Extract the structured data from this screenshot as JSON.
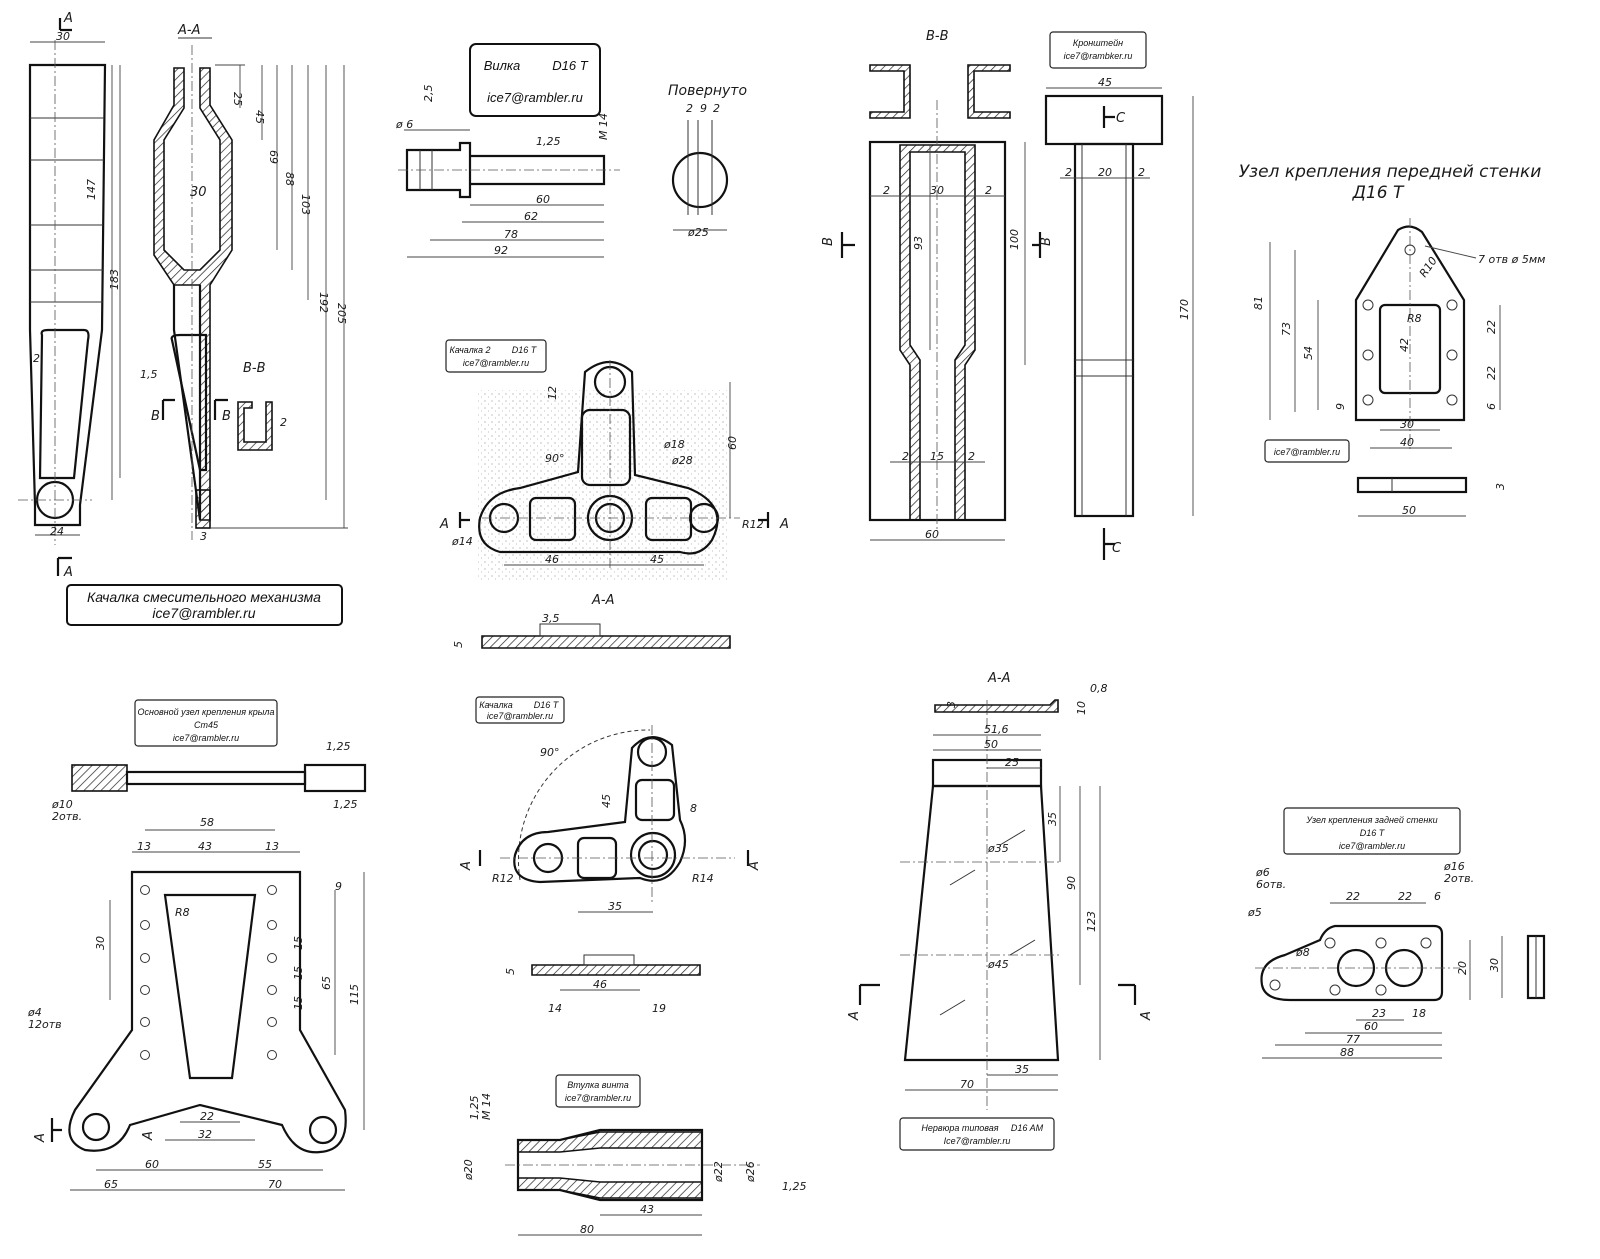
{
  "labels": {
    "mixer_title": "Качалка смесительного механизма",
    "mixer_email": "ice7@rambler.ru",
    "fork_title": "Вилка",
    "fork_material": "D16 T",
    "fork_email": "ice7@rambler.ru",
    "rotated": "Повернуто",
    "rocker2_title": "Качалка 2",
    "rocker2_material": "D16 T",
    "rocker2_email": "ice7@rambler.ru",
    "bracket_title": "Кронштейн",
    "bracket_email": "ice7@rambker.ru",
    "front_wall_title": "Узел крепления передней стенки",
    "front_wall_material": "Д16 Т",
    "front_wall_email": "ice7@rambler.ru",
    "holes_note": "7 отв ø 5мм",
    "wing_title": "Основной узел крепления крыла",
    "wing_material": "Ст45",
    "wing_email": "ice7@rambler.ru",
    "rocker_title": "Качалка",
    "rocker_material": "D16 T",
    "rocker_email": "ice7@rambler.ru",
    "bushing_title": "Втулка винта",
    "bushing_email": "ice7@rambler.ru",
    "rib_title": "Нервюра типовая",
    "rib_material": "D16  AM",
    "rib_email": "Ice7@rambler.ru",
    "rear_wall_title": "Узел крепления задней стенки",
    "rear_wall_material": "D16 T",
    "rear_wall_email": "ice7@rambler.ru"
  },
  "sections": {
    "aa": "А-А",
    "bb": "В-В",
    "b": "В",
    "a": "А",
    "c": "С"
  },
  "dims": {
    "mixer": [
      "30",
      "147",
      "183",
      "24",
      "2",
      "25",
      "45",
      "69",
      "88",
      "103",
      "192",
      "205",
      "30",
      "1,5",
      "2",
      "3"
    ],
    "fork": [
      "ø 6",
      "2,5",
      "1,25",
      "М 14",
      "60",
      "62",
      "78",
      "92",
      "2",
      "9",
      "2",
      "ø25"
    ],
    "rocker2": [
      "12",
      "90°",
      "ø18",
      "ø28",
      "60",
      "ø14",
      "R12",
      "46",
      "45",
      "5",
      "3,5"
    ],
    "bracket": [
      "2",
      "30",
      "2",
      "93",
      "100",
      "2",
      "15",
      "2",
      "60",
      "45",
      "2",
      "20",
      "2",
      "170"
    ],
    "front": [
      "81",
      "73",
      "54",
      "42",
      "R10",
      "R8",
      "22",
      "22",
      "6",
      "9",
      "30",
      "40",
      "50",
      "3"
    ],
    "wing": [
      "1,25",
      "ø10",
      "2отв.",
      "1,25",
      "58",
      "13",
      "43",
      "13",
      "R8",
      "9",
      "30",
      "15",
      "15",
      "15",
      "65",
      "115",
      "ø4",
      "12отв",
      "22",
      "32",
      "60",
      "55",
      "65",
      "70"
    ],
    "rocker": [
      "90°",
      "45",
      "8",
      "R12",
      "R14",
      "35",
      "5",
      "46",
      "14",
      "19"
    ],
    "bushing": [
      "1,25",
      "М 14",
      "ø20",
      "ø22",
      "ø26",
      "43",
      "80",
      "1,25"
    ],
    "rib": [
      "0,8",
      "3",
      "10",
      "51,6",
      "50",
      "25",
      "35",
      "90",
      "123",
      "ø35",
      "ø45",
      "70",
      "35"
    ],
    "rear": [
      "ø6",
      "6отв.",
      "ø16",
      "2отв.",
      "ø5",
      "22",
      "22",
      "6",
      "ø8",
      "20",
      "30",
      "23",
      "18",
      "60",
      "77",
      "88"
    ]
  }
}
